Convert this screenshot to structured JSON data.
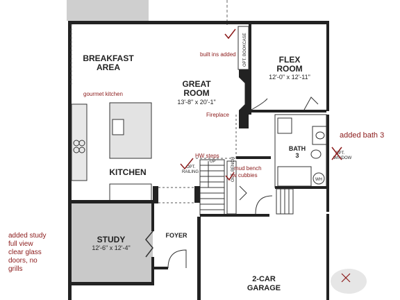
{
  "rooms": {
    "breakfast": {
      "name_line1": "BREAKFAST",
      "name_line2": "AREA"
    },
    "great_room": {
      "name_line1": "GREAT",
      "name_line2": "ROOM",
      "dims": "13'-8\" x 20'-1\""
    },
    "flex_room": {
      "name_line1": "FLEX",
      "name_line2": "ROOM",
      "dims": "12'-0\" x 12'-11\""
    },
    "kitchen": {
      "name": "KITCHEN"
    },
    "bath3": {
      "name": "BATH",
      "number": "3"
    },
    "study": {
      "name": "STUDY",
      "dims": "12'-6\" x 12'-4\""
    },
    "foyer": {
      "name": "FOYER"
    },
    "garage": {
      "name_line1": "2-CAR",
      "name_line2": "GARAGE"
    }
  },
  "labels": {
    "opt_bookcase": "OPT. BOOKCASE",
    "opt_railing_1": "OPT.",
    "opt_railing_2": "RAILING",
    "stairs_up": "UP",
    "opt_bench": "OPT. BENCH",
    "opt_window_1": "OPT.",
    "opt_window_2": "WINDOW",
    "water_heater": "WH"
  },
  "annotations": {
    "built_ins": "built ins added",
    "gourmet_kitchen": "gourmet kitchen",
    "fireplace": "Fireplace",
    "hw_steps": "HW steps",
    "mud_bench_1": "mud bench",
    "mud_bench_2": "w cubbies",
    "added_bath": "added bath 3",
    "study_note": [
      "added study",
      "full view",
      "clear glass",
      "doors, no",
      "grills"
    ]
  },
  "colors": {
    "annotation": "#8b1a1a",
    "study_fill": "#c9c9c9",
    "wall": "#222222"
  }
}
